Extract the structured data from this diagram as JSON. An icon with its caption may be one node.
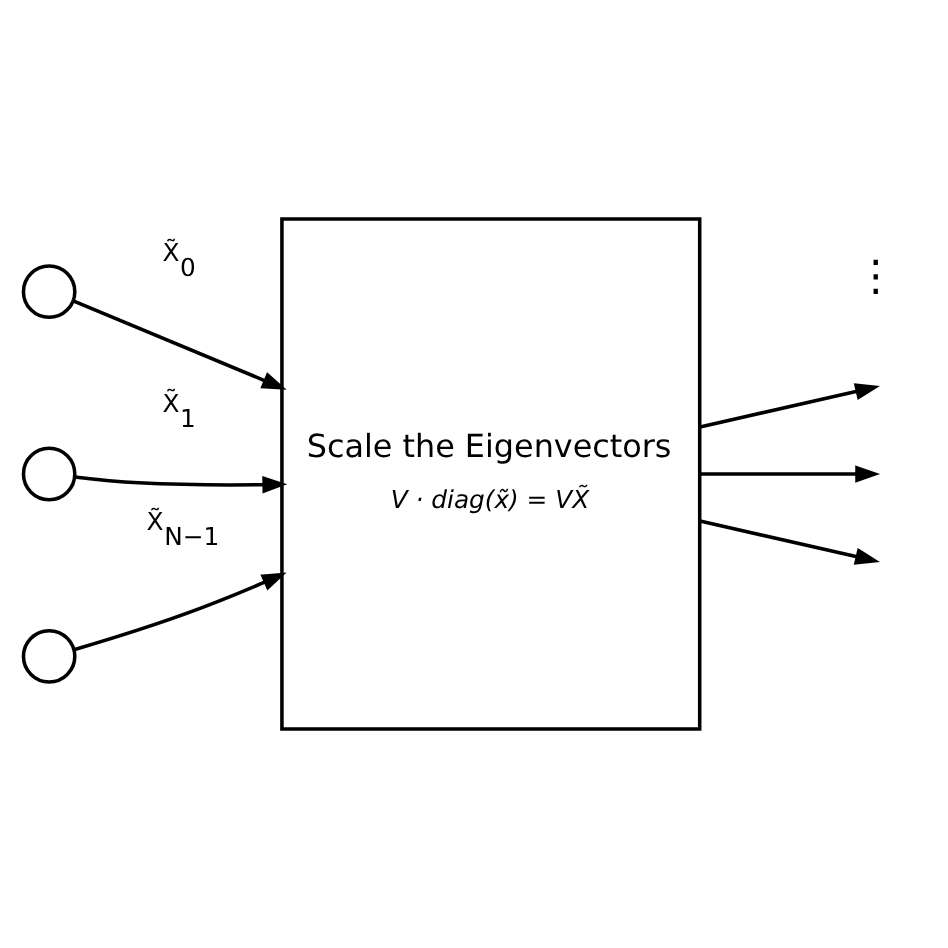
{
  "diagram": {
    "nodes": [
      {
        "text": [],
        "shape": "circle"
      },
      {
        "text": [],
        "shape": "circle"
      },
      {
        "text": [],
        "shape": "circle"
      },
      {
        "text": [
          "Scale the Eigenvectors",
          "V · diag(x̃) = VX̃"
        ]
      }
    ],
    "edges": [
      {
        "from": 0,
        "to": 3,
        "arrow": "to",
        "label": "X̃$_{0}$"
      },
      {
        "from": 1,
        "to": 3,
        "arrow": "to",
        "label": "X̃$_{1}$"
      },
      {
        "from": 2,
        "to": 3,
        "arrow": "to",
        "label": "X̃$_{N−1}$"
      },
      {
        "from": 3,
        "to": null,
        "arrow": "to"
      },
      {
        "from": 3,
        "to": null,
        "arrow": "to"
      },
      {
        "from": 3,
        "to": null,
        "arrow": "to"
      }
    ],
    "labels": [
      "⋮"
    ]
  }
}
